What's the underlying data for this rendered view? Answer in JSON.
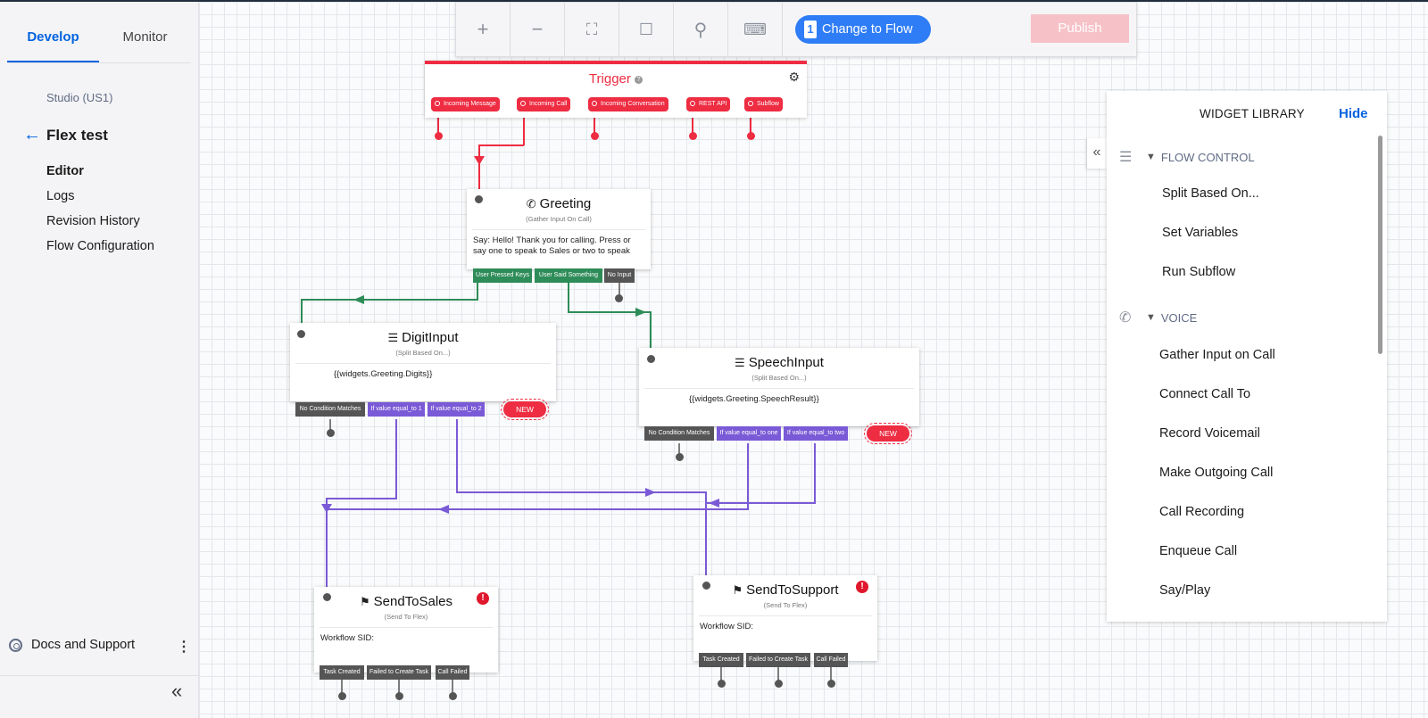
{
  "sidebar": {
    "tabs": [
      "Develop",
      "Monitor"
    ],
    "studio": "Studio (US1)",
    "flow_name": "Flex test",
    "nav": [
      "Editor",
      "Logs",
      "Revision History",
      "Flow Configuration"
    ],
    "docs": "Docs and Support"
  },
  "toolbar": {
    "change_count": "1",
    "change_label": "Change to Flow",
    "publish": "Publish"
  },
  "trigger": {
    "title": "Trigger",
    "transitions": [
      "Incoming Message",
      "Incoming Call",
      "Incoming Conversation",
      "REST API",
      "Subflow"
    ]
  },
  "greeting": {
    "title": "Greeting",
    "subtitle": "(Gather Input On Call)",
    "body": "Say: Hello! Thank you for calling. Press or say one to speak to Sales or two to speak",
    "transitions": [
      "User Pressed Keys",
      "User Said Something",
      "No Input"
    ]
  },
  "digit_input": {
    "title": "DigitInput",
    "subtitle": "(Split Based On...)",
    "body": "{{widgets.Greeting.Digits}}",
    "transitions": [
      "No Condition Matches",
      "If value equal_to 1",
      "If value equal_to 2"
    ],
    "new": "NEW"
  },
  "speech_input": {
    "title": "SpeechInput",
    "subtitle": "(Split Based On...)",
    "body": "{{widgets.Greeting.SpeechResult}}",
    "transitions": [
      "No Condition Matches",
      "If value equal_to one",
      "If value equal_to two"
    ],
    "new": "NEW"
  },
  "send_to_sales": {
    "title": "SendToSales",
    "subtitle": "(Send To Flex)",
    "body": "Workflow SID:",
    "transitions": [
      "Task Created",
      "Failed to Create Task",
      "Call Failed"
    ]
  },
  "send_to_support": {
    "title": "SendToSupport",
    "subtitle": "(Send To Flex)",
    "body": "Workflow SID:",
    "transitions": [
      "Task Created",
      "Failed to Create Task",
      "Call Failed"
    ]
  },
  "library": {
    "title": "WIDGET LIBRARY",
    "hide": "Hide",
    "categories": [
      {
        "name": "FLOW CONTROL",
        "items": [
          "Split Based On...",
          "Set Variables",
          "Run Subflow"
        ]
      },
      {
        "name": "VOICE",
        "items": [
          "Gather Input on Call",
          "Connect Call To",
          "Record Voicemail",
          "Make Outgoing Call",
          "Call Recording",
          "Enqueue Call",
          "Say/Play"
        ]
      }
    ]
  },
  "colors": {
    "accent": "#0263e0",
    "trigger_red": "#ee2c42",
    "green": "#2e8c58",
    "purple": "#7a5ad6"
  }
}
